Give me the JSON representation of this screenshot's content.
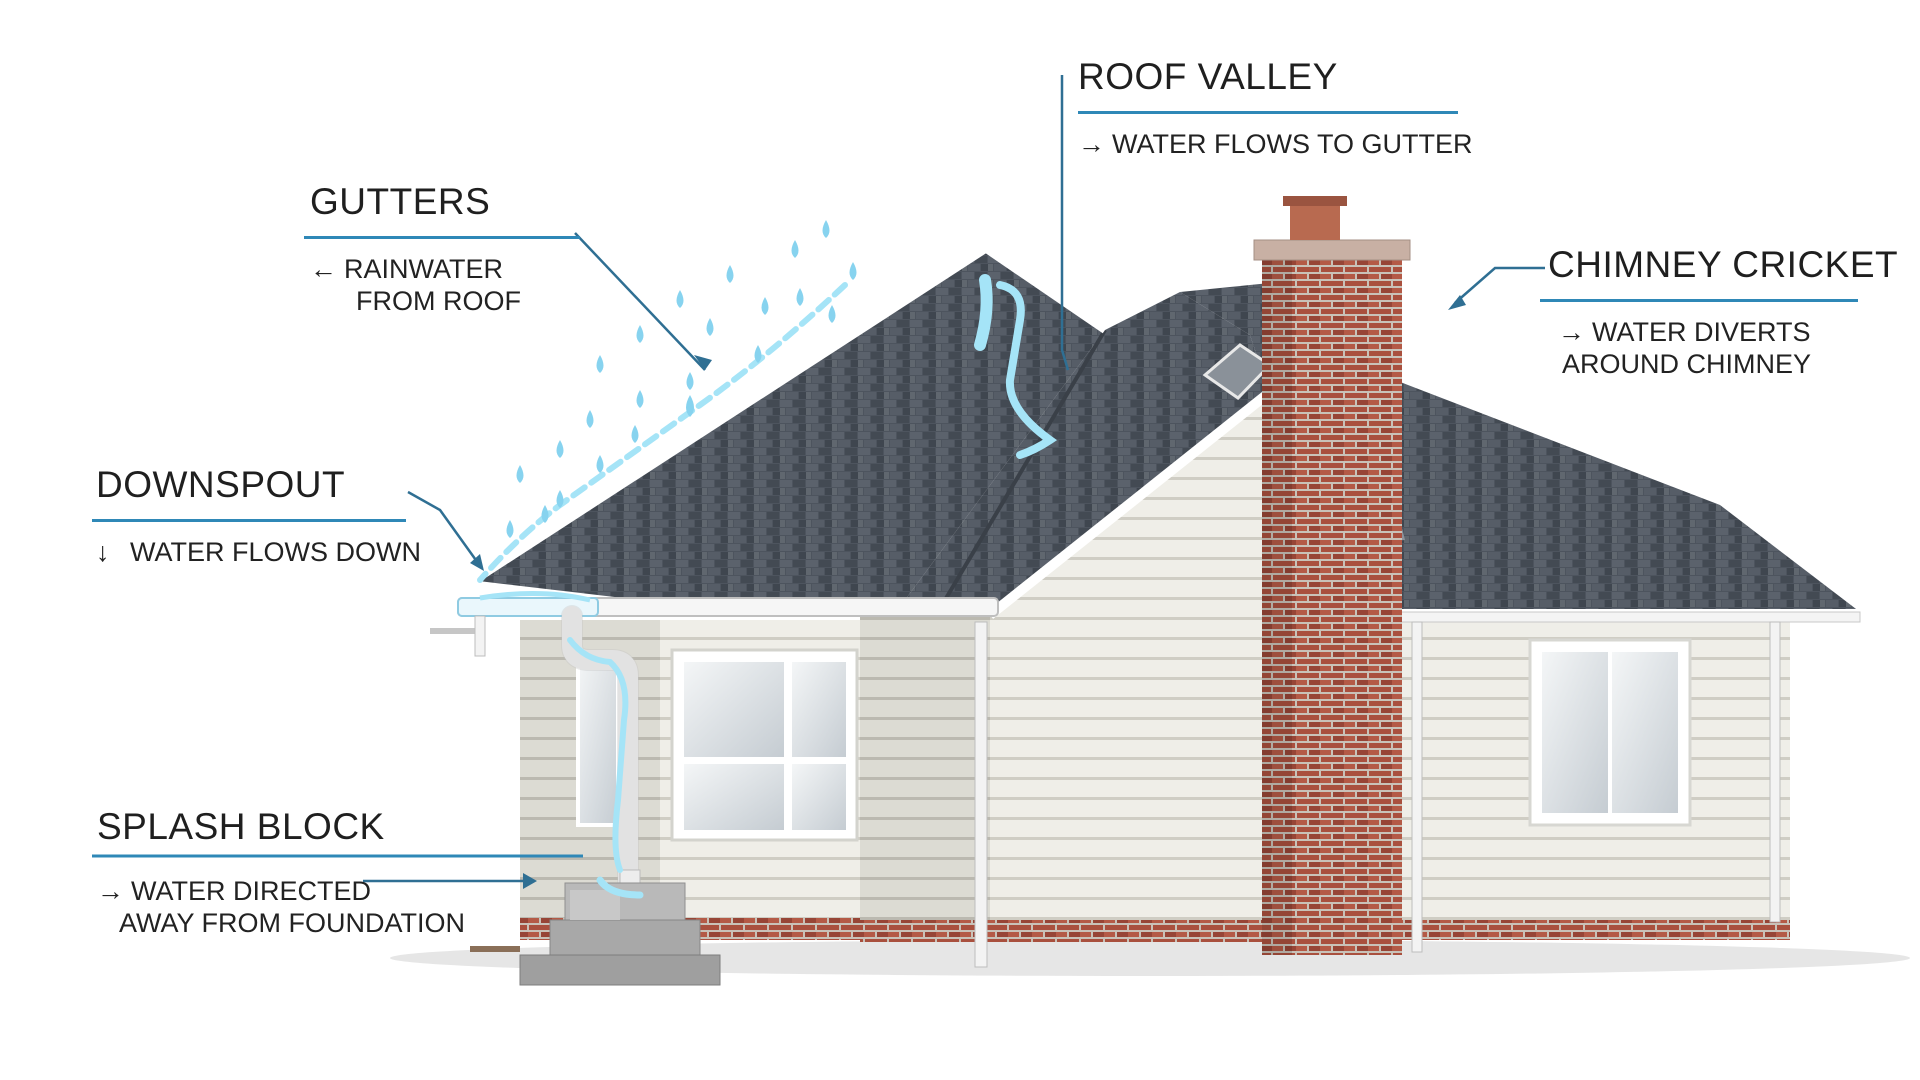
{
  "labels": {
    "roof_valley": {
      "title": "ROOF VALLEY",
      "arrow": "→",
      "lines": [
        "WATER FLOWS TO GUTTER"
      ]
    },
    "gutters": {
      "title": "GUTTERS",
      "arrow": "←",
      "lines": [
        "RAINWATER",
        "FROM ROOF"
      ]
    },
    "chimney_cricket": {
      "title": "CHIMNEY CRICKET",
      "arrow": "→",
      "lines": [
        "WATER DIVERTS",
        "AROUND CHIMNEY"
      ]
    },
    "downspout": {
      "title": "DOWNSPOUT",
      "arrow": "↓",
      "lines": [
        "WATER FLOWS DOWN"
      ]
    },
    "splash_block": {
      "title": "SPLASH BLOCK",
      "arrow": "→",
      "lines": [
        "WATER DIRECTED",
        "AWAY FROM FOUNDATION"
      ]
    }
  },
  "colors": {
    "accent_rule": "#2f88b7",
    "water": "#7fd3f0",
    "roof": "#4f5660",
    "siding": "#ecebe4",
    "brick": "#a5503f",
    "trim": "#ffffff"
  }
}
